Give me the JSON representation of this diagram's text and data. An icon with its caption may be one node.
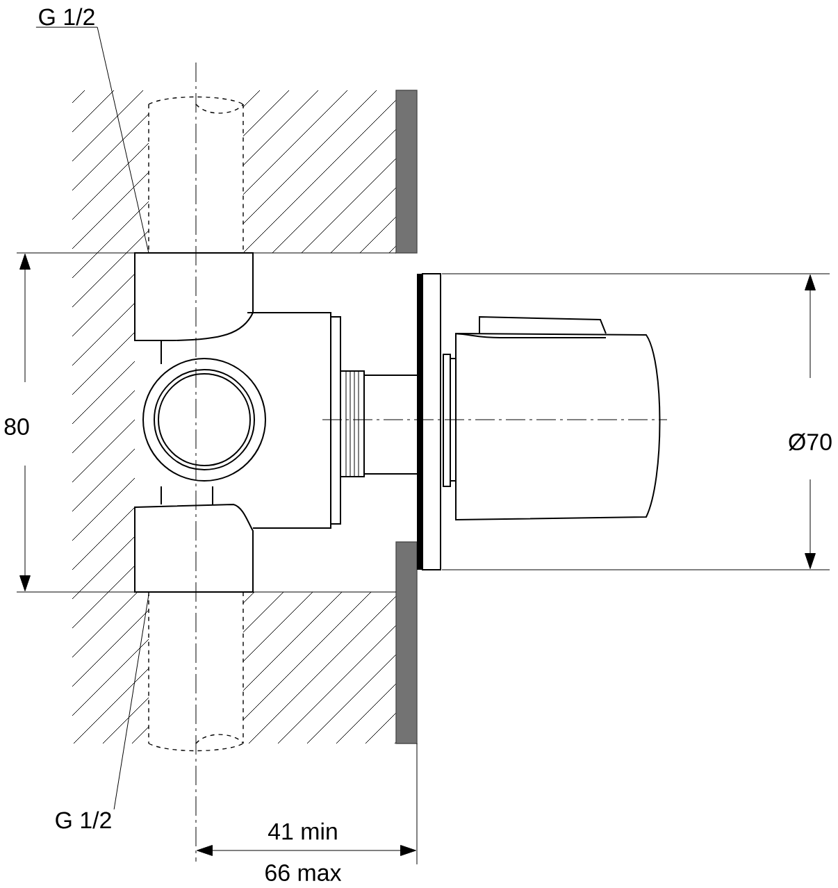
{
  "diagram": {
    "nodes": [
      {
        "text": [
          "G 1/2"
        ]
      },
      {
        "text": [
          "G 1/2"
        ]
      }
    ],
    "edges": [
      {
        "from": 0,
        "to": null,
        "arrow": "none"
      },
      {
        "from": 1,
        "to": null,
        "arrow": "none"
      }
    ],
    "labels": [
      "80",
      "Ø70",
      "41 min",
      "66 max"
    ]
  }
}
